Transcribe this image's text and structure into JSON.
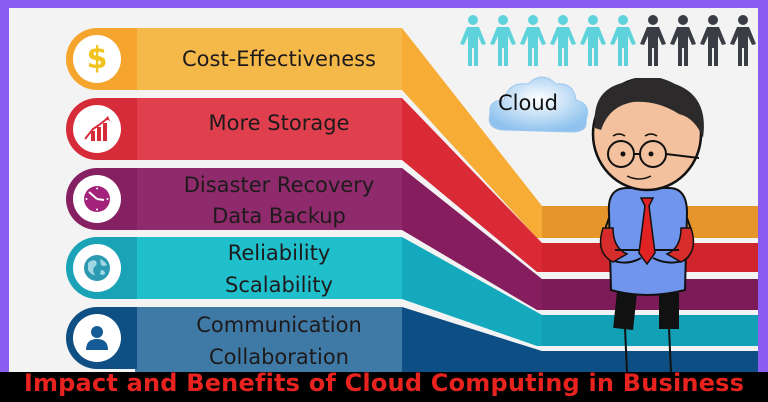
{
  "benefits": [
    {
      "icon": "dollar-icon",
      "line1": "Cost-Effectiveness",
      "line2": "",
      "color": "#f5b642"
    },
    {
      "icon": "growth-chart-icon",
      "line1": "More Storage",
      "line2": "",
      "color": "#e03a48"
    },
    {
      "icon": "clock-icon",
      "line1": "Disaster Recovery",
      "line2": "Data Backup",
      "color": "#8e2a6e"
    },
    {
      "icon": "globe-icon",
      "line1": "Reliability",
      "line2": "Scalability",
      "color": "#1fc0cc"
    },
    {
      "icon": "user-icon",
      "line1": "Communication",
      "line2": "Collaboration",
      "color": "#3f7aa6"
    }
  ],
  "cloud": {
    "label": "Cloud"
  },
  "people": {
    "highlighted": 6,
    "total": 10,
    "highlight_color": "#5fd3dc",
    "other_color": "#3b3d44"
  },
  "title": "Impact and Benefits of Cloud Computing in Business",
  "colors": {
    "frame": "#8a5cf0",
    "title_text": "#e8221f",
    "title_bg": "#000000"
  }
}
